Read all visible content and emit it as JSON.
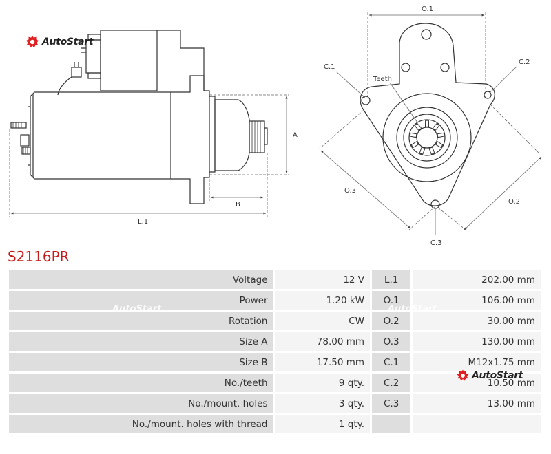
{
  "brand": {
    "name": "AutoStart",
    "accent": "#e02020"
  },
  "part_number": "S2116PR",
  "dims": {
    "side": {
      "length": "L.1",
      "a": "A",
      "b": "B"
    },
    "front": {
      "o1": "O.1",
      "o2": "O.2",
      "o3": "O.3",
      "c1": "C.1",
      "c2": "C.2",
      "c3": "C.3",
      "teeth": "Teeth"
    }
  },
  "specs": [
    {
      "label": "Voltage",
      "value": "12 V",
      "code": "L.1",
      "code_value": "202.00 mm"
    },
    {
      "label": "Power",
      "value": "1.20 kW",
      "code": "O.1",
      "code_value": "106.00 mm"
    },
    {
      "label": "Rotation",
      "value": "CW",
      "code": "O.2",
      "code_value": "30.00 mm"
    },
    {
      "label": "Size A",
      "value": "78.00 mm",
      "code": "O.3",
      "code_value": "130.00 mm"
    },
    {
      "label": "Size B",
      "value": "17.50 mm",
      "code": "C.1",
      "code_value": "M12x1.75 mm"
    },
    {
      "label": "No./teeth",
      "value": "9 qty.",
      "code": "C.2",
      "code_value": "10.50 mm"
    },
    {
      "label": "No./mount. holes",
      "value": "3 qty.",
      "code": "C.3",
      "code_value": "13.00 mm"
    },
    {
      "label": "No./mount. holes with thread",
      "value": "1 qty.",
      "code": "",
      "code_value": ""
    }
  ]
}
